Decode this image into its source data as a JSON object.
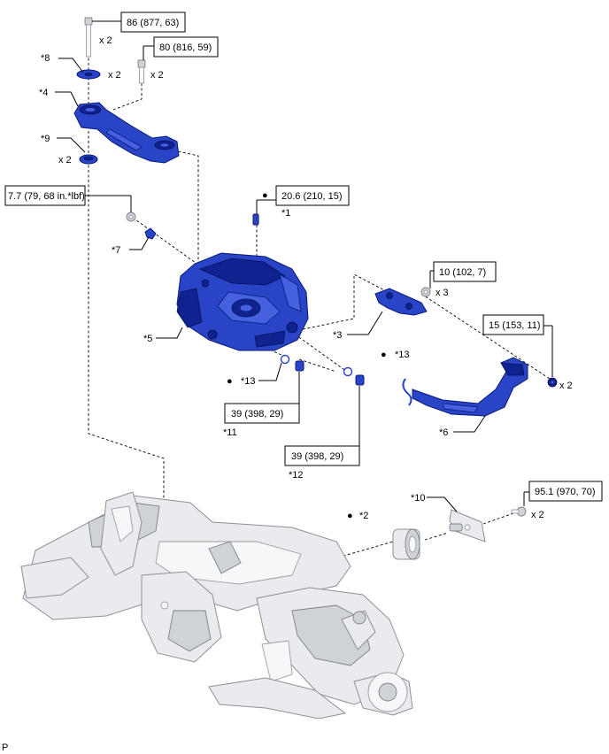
{
  "torques": {
    "t86": "86 (877, 63)",
    "t80": "80 (816, 59)",
    "t77": "7.7 (79, 68 in.*lbf)",
    "t206": "20.6 (210, 15)",
    "t10": "10 (102, 7)",
    "t15": "15 (153, 11)",
    "t39a": "39 (398, 29)",
    "t39b": "39 (398, 29)",
    "t951": "95.1 (970, 70)"
  },
  "quantities": {
    "q86": "x 2",
    "q80": "x 2",
    "q8": "x 2",
    "q9": "x 2",
    "q10": "x 3",
    "q15": "x 2",
    "q951": "x 2"
  },
  "callouts": {
    "c1": "*1",
    "c2": "*2",
    "c3": "*3",
    "c4": "*4",
    "c5": "*5",
    "c6": "*6",
    "c7": "*7",
    "c8": "*8",
    "c9": "*9",
    "c10": "*10",
    "c11": "*11",
    "c12": "*12",
    "c13a": "*13",
    "c13b": "*13"
  },
  "marker_symbol": "●",
  "corner_code": "P",
  "colors": {
    "part_blue": "#2a44c8",
    "frame_gray": "#e9ebee"
  }
}
